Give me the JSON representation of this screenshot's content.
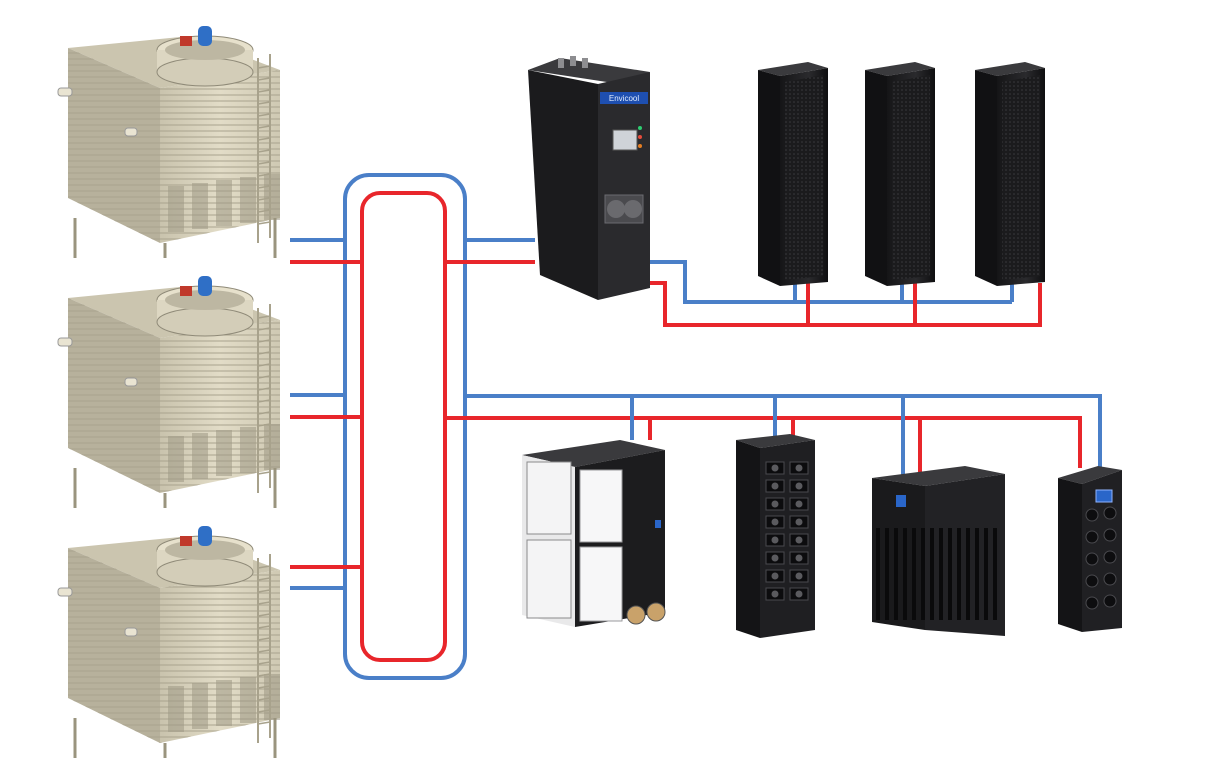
{
  "diagram": {
    "colors": {
      "supply_pipe": "#e8262b",
      "return_pipe": "#4a7fc8",
      "tower_body": "#d8d2bd",
      "tower_shade": "#b7b19c",
      "tower_dark": "#8f8a78",
      "fan_motor": "#2f6fc6",
      "equipment_body": "#1d1d1f",
      "equipment_edge": "#3a3a3c",
      "screen": "#2a66c9"
    },
    "logo_text": "Envicool",
    "components": {
      "cooling_towers": 3,
      "cdu_units": 1,
      "server_racks": 3,
      "cooling_units": 4
    }
  }
}
